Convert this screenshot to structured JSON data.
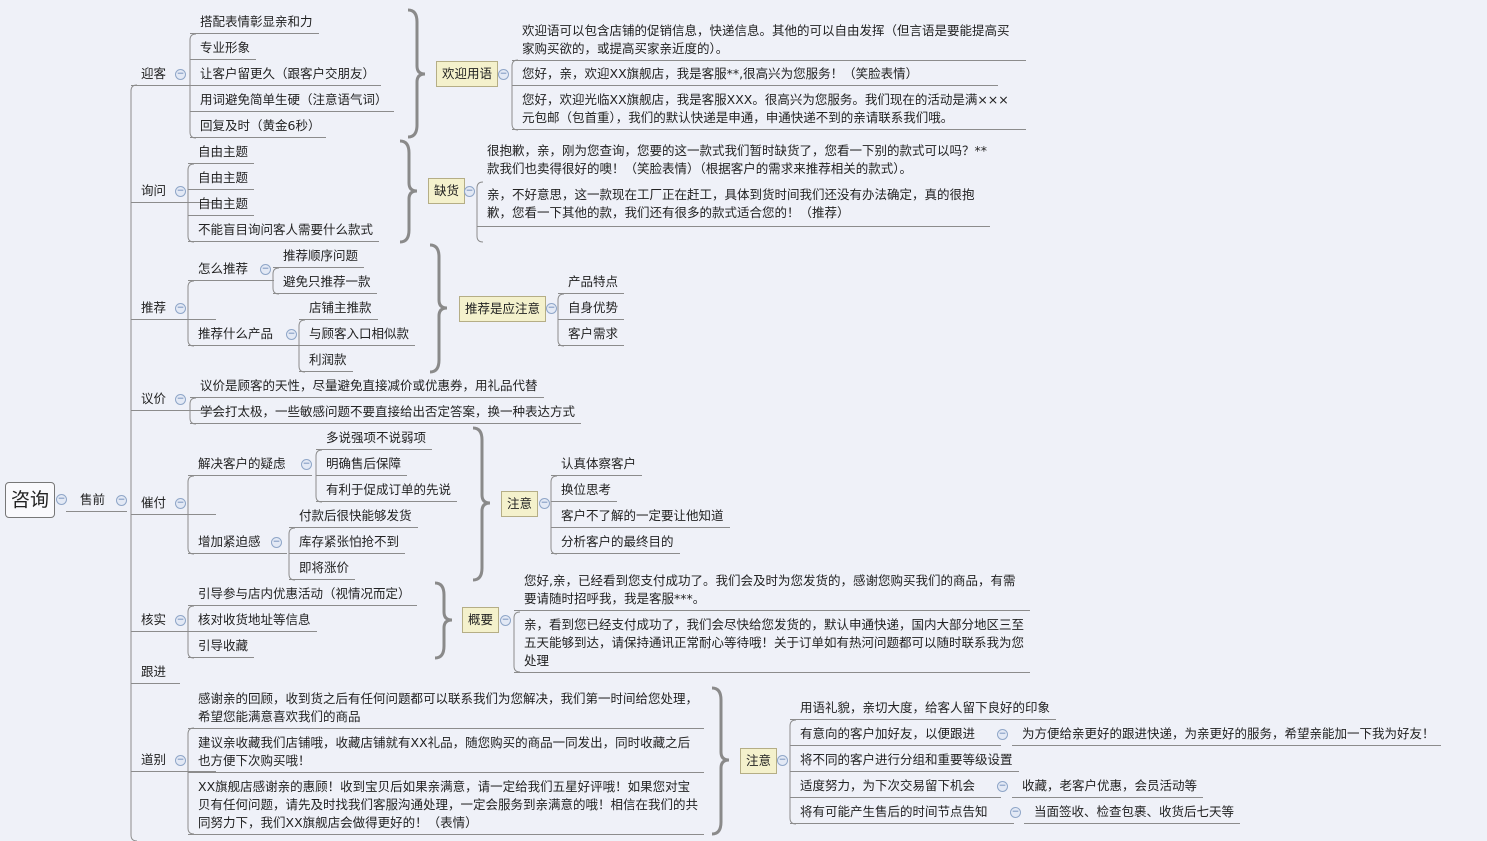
{
  "root": "咨询",
  "presale": "售前",
  "yingke": {
    "label": "迎客",
    "items": [
      "搭配表情彰显亲和力",
      "专业形象",
      "让客户留更久（跟客户交朋友）",
      "用词避免简单生硬（注意语气词）",
      "回复及时（黄金6秒）"
    ],
    "summary": "欢迎用语",
    "summary_items": [
      "欢迎语可以包含店铺的促销信息，快递信息。其他的可以自由发挥（但言语是要能提高买家购买欲的，或提高买家亲近度的）。",
      "您好，亲，欢迎XX旗舰店，我是客服**,很高兴为您服务！（笑脸表情）",
      "您好，欢迎光临XX旗舰店，我是客服XXX。很高兴为您服务。我们现在的活动是满×××元包邮（包首重），我们的默认快递是申通，申通快递不到的亲请联系我们哦。"
    ]
  },
  "xunwen": {
    "label": "询问",
    "items": [
      "自由主题",
      "自由主题",
      "自由主题",
      "不能盲目询问客人需要什么款式"
    ],
    "summary": "缺货",
    "summary_items": [
      "很抱歉，亲，刚为您查询，您要的这一款式我们暂时缺货了，您看一下别的款式可以吗？**款我们也卖得很好的噢！（笑脸表情）（根据客户的需求来推荐相关的款式）。",
      "亲，不好意思，这一款现在工厂正在赶工，具体到货时间我们还没有办法确定，真的很抱歉，您看一下其他的款，我们还有很多的款式适合您的！（推荐）"
    ]
  },
  "tuijian": {
    "label": "推荐",
    "how": {
      "label": "怎么推荐",
      "items": [
        "推荐顺序问题",
        "避免只推荐一款"
      ]
    },
    "what": {
      "label": "推荐什么产品",
      "items": [
        "店铺主推款",
        "与顾客入口相似款",
        "利润款"
      ]
    },
    "summary": "推荐是应注意",
    "summary_items": [
      "产品特点",
      "自身优势",
      "客户需求"
    ]
  },
  "yijia": {
    "label": "议价",
    "items": [
      "议价是顾客的天性，尽量避免直接减价或优惠券，用礼品代替",
      "学会打太极，一些敏感问题不要直接给出否定答案，换一种表达方式"
    ]
  },
  "cuifu": {
    "label": "催付",
    "doubt": {
      "label": "解决客户的疑虑",
      "items": [
        "多说强项不说弱项",
        "明确售后保障",
        "有利于促成订单的先说"
      ]
    },
    "urgency": {
      "label": "增加紧迫感",
      "items": [
        "付款后很快能够发货",
        "库存紧张怕抢不到",
        "即将涨价"
      ]
    },
    "summary": "注意",
    "summary_items": [
      "认真体察客户",
      "换位思考",
      "客户不了解的一定要让他知道",
      "分析客户的最终目的"
    ]
  },
  "heshi": {
    "label": "核实",
    "items": [
      "引导参与店内优惠活动（视情况而定）",
      "核对收货地址等信息",
      "引导收藏"
    ],
    "summary": "概要",
    "summary_items": [
      "您好,亲，已经看到您支付成功了。我们会及时为您发货的，感谢您购买我们的商品，有需要请随时招呼我，我是客服***。",
      "亲，看到您已经支付成功了，我们会尽快给您发货的，默认申通快递，国内大部分地区三至五天能够到达，请保持通讯正常耐心等待哦！关于订单如有热河问题都可以随时联系我为您处理"
    ]
  },
  "genjin": {
    "label": "跟进"
  },
  "daobie": {
    "label": "道别",
    "items": [
      "感谢亲的回顾，收到货之后有任何问题都可以联系我们为您解决，我们第一时间给您处理，希望您能满意喜欢我们的商品",
      "建议亲收藏我们店铺哦，收藏店铺就有XX礼品，随您购买的商品一同发出，同时收藏之后也方便下次购买哦！",
      "XX旗舰店感谢亲的惠顾！收到宝贝后如果亲满意，请一定给我们五星好评哦！如果您对宝贝有任何问题，请先及时找我们客服沟通处理，一定会服务到亲满意的哦！相信在我们的共同努力下，我们XX旗舰店会做得更好的！（表情）"
    ],
    "summary": "注意",
    "summary_items": [
      {
        "label": "用语礼貌，亲切大度，给客人留下良好的印象"
      },
      {
        "label": "有意向的客户加好友，以便跟进",
        "detail": "为方便给亲更好的跟进快递，为亲更好的服务，希望亲能加一下我为好友！"
      },
      {
        "label": "将不同的客户进行分组和重要等级设置"
      },
      {
        "label": "适度努力，为下次交易留下机会",
        "detail": "收藏，老客户优惠，会员活动等"
      },
      {
        "label": "将有可能产生售后的时间节点告知",
        "detail": "当面签收、检查包裹、收货后七天等"
      }
    ]
  }
}
